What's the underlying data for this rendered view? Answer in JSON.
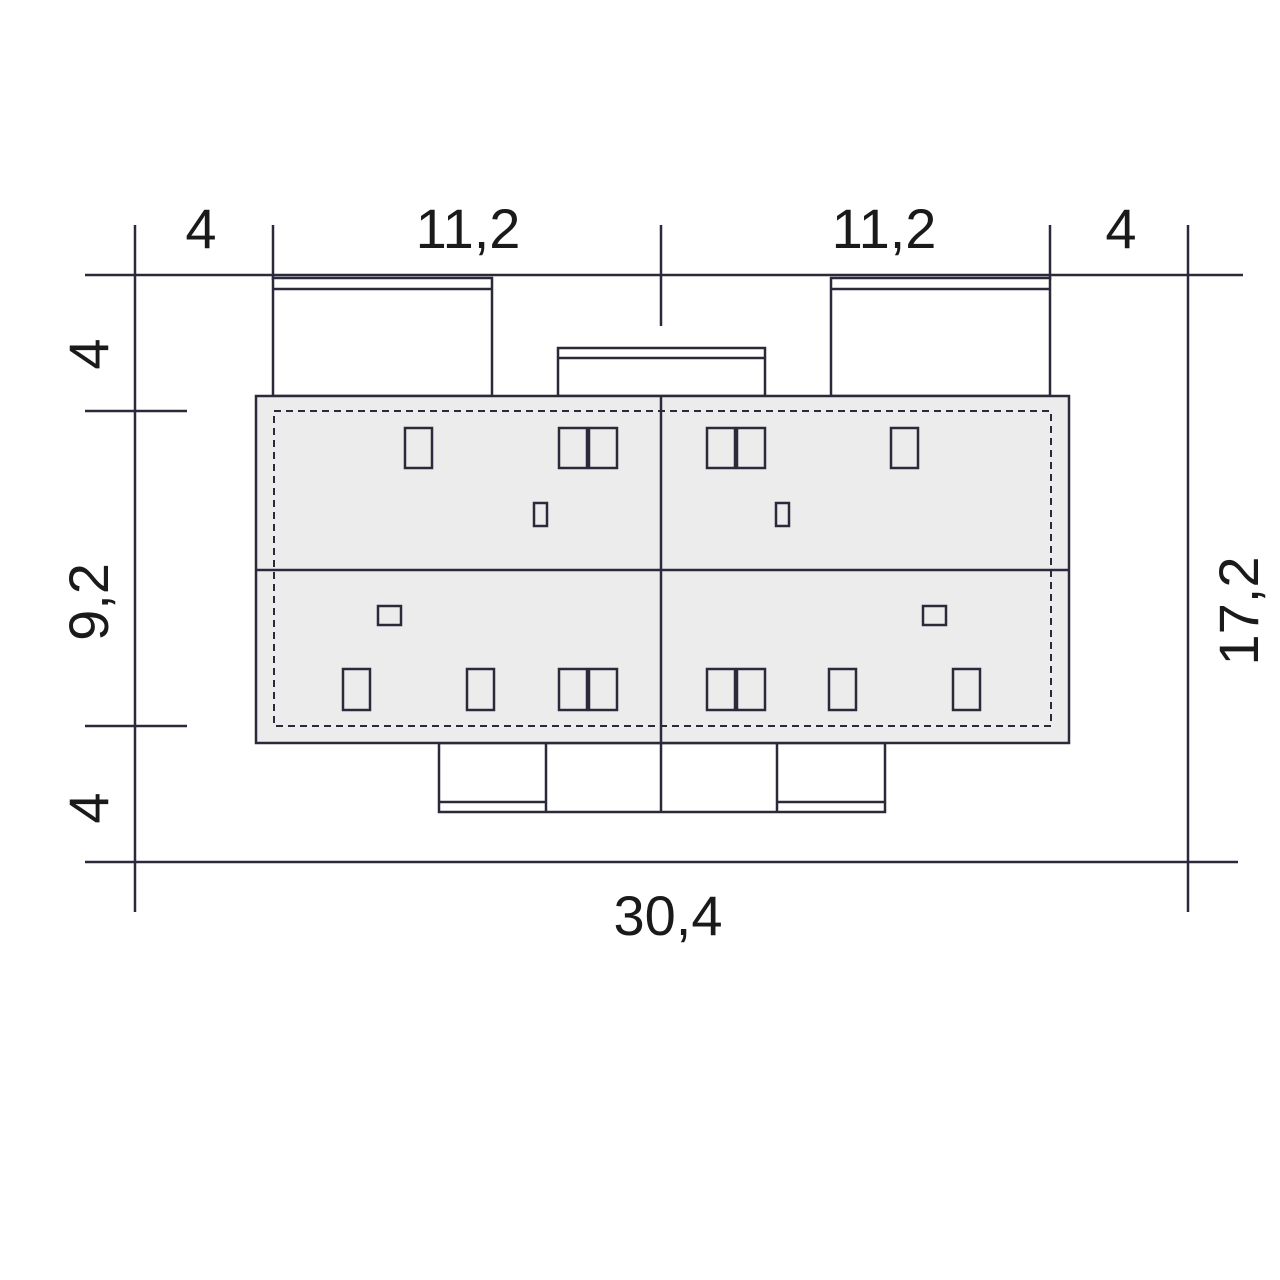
{
  "plan": {
    "dimensions": {
      "top_left_setback": "4",
      "top_left_width": "11,2",
      "top_right_width": "11,2",
      "top_right_setback": "4",
      "left_top_setback": "4",
      "left_depth": "9,2",
      "left_bottom_setback": "4",
      "right_total_depth": "17,2",
      "bottom_total_width": "30,4"
    }
  },
  "colors": {
    "line": "#2a2a3a",
    "roof_fill": "#ececec",
    "background": "#ffffff"
  }
}
